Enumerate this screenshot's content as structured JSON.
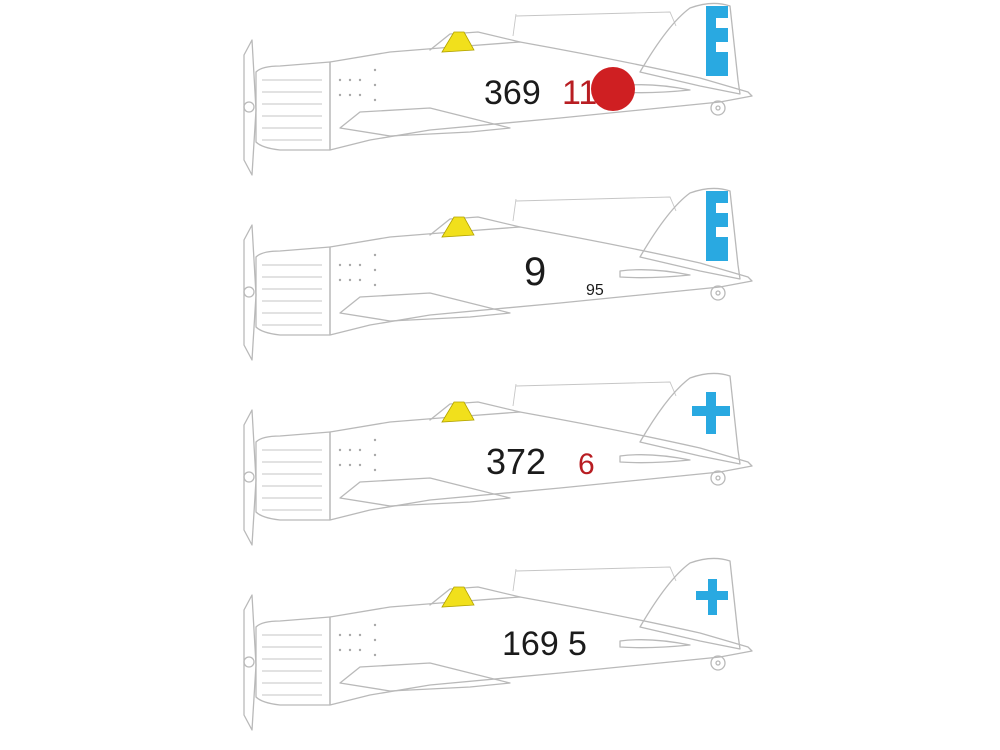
{
  "colors": {
    "outline": "#b9b9b9",
    "canopy_yellow": "#f1e01c",
    "cross_blue": "#29a9e1",
    "roundel_red": "#cf1f22",
    "text_black": "#1b1b1b",
    "text_red": "#b81d22"
  },
  "planes": [
    {
      "id": "369",
      "markings": [
        {
          "text": "369",
          "color": "text_black",
          "size": "large"
        },
        {
          "text": "11",
          "color": "text_red",
          "size": "large"
        }
      ],
      "roundel": true,
      "tail": "cross-rudder-full"
    },
    {
      "id": "9",
      "markings": [
        {
          "text": "9",
          "color": "text_black",
          "size": "large"
        },
        {
          "text": "95",
          "color": "text_black",
          "size": "small"
        }
      ],
      "roundel": false,
      "tail": "cross-rudder-full"
    },
    {
      "id": "372",
      "markings": [
        {
          "text": "372",
          "color": "text_black",
          "size": "large"
        },
        {
          "text": "6",
          "color": "text_red",
          "size": "large"
        }
      ],
      "roundel": false,
      "tail": "cross-fin"
    },
    {
      "id": "169",
      "markings": [
        {
          "text": "169",
          "color": "text_black",
          "size": "large"
        },
        {
          "text": "5",
          "color": "text_black",
          "size": "large"
        }
      ],
      "roundel": false,
      "tail": "cross-fin-small"
    }
  ]
}
